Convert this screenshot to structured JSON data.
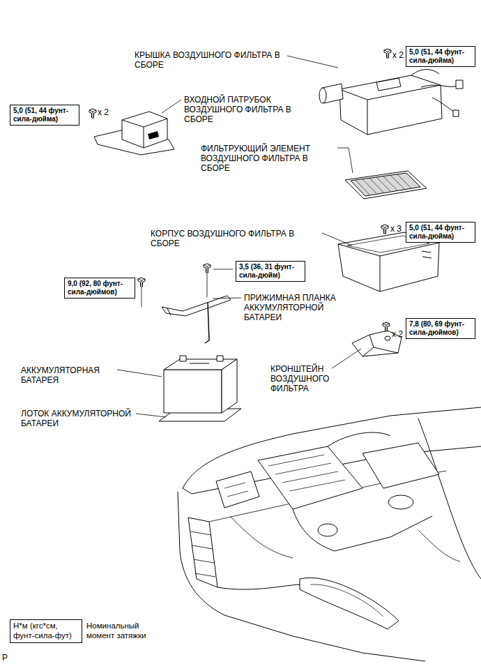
{
  "diagram": {
    "nodes": [
      {
        "text": [
          "5,0 (51, 44 фунт-сила-дюйма)"
        ]
      },
      {
        "text": [
          "5,0 (51, 44 фунт-сила-дюйма)"
        ]
      },
      {
        "text": [
          "5,0 (51, 44 фунт-сила-дюйма)"
        ]
      },
      {
        "text": [
          "9,0 (92, 80 фунт-сила-дюймов)"
        ]
      },
      {
        "text": [
          "3,5 (36, 31 фунт-сила-дюйм)"
        ]
      },
      {
        "text": [
          "7,8 (80, 69 фунт-сила-дюймов)"
        ]
      },
      {
        "text": [
          "Н*м (кгс*см, фунт-сила-фут)",
          "Номинальный момент затяжки"
        ]
      }
    ],
    "labels": [
      "x 2",
      "КРЫШКА ВОЗДУШНОГО ФИЛЬТРА В СБОРЕ",
      "x 2",
      "ВХОДНОЙ ПАТРУБОК ВОЗДУШНОГО ФИЛЬТРА В СБОРЕ",
      "ФИЛЬТРУЮЩИЙ ЭЛЕМЕНТ ВОЗДУШНОГО ФИЛЬТРА В СБОРЕ",
      "КОРПУС ВОЗДУШНОГО ФИЛЬТРА В СБОРЕ",
      "x 3",
      "ПРИЖИМНАЯ ПЛАНКА АККУМУЛЯТОРНОЙ БАТАРЕИ",
      "x 2",
      "АККУМУЛЯТОРНАЯ БАТАРЕЯ",
      "ЛОТОК АККУМУЛЯТОРНОЙ БАТАРЕИ",
      "КРОНШТЕЙН ВОЗДУШНОГО ФИЛЬТРА",
      "P"
    ]
  }
}
